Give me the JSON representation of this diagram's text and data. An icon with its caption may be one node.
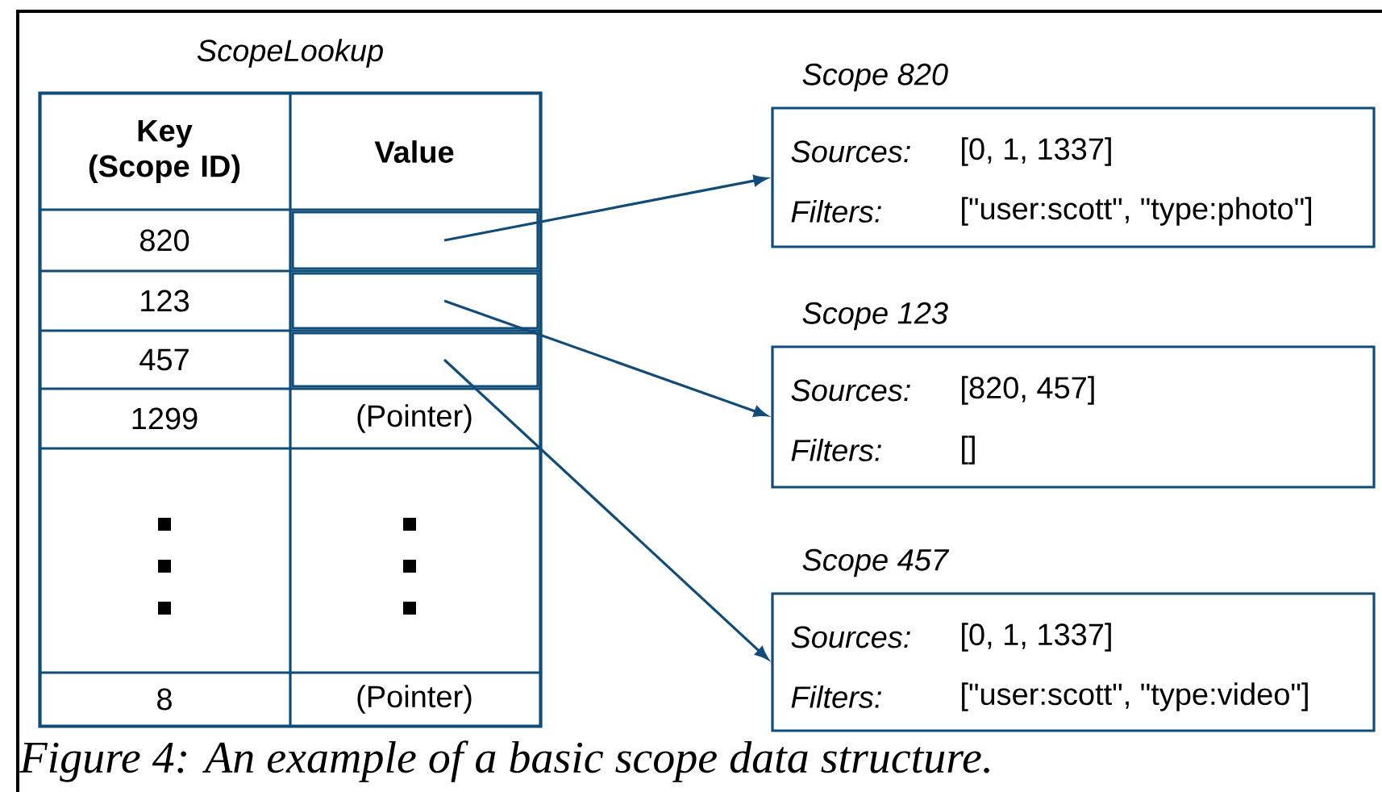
{
  "diagram": {
    "caption": "Figure 4: An example of a basic scope data structure.",
    "nodes": [
      {
        "text": [
          "ScopeLookup"
        ]
      },
      {
        "text": [],
        "shape": "box",
        "in": 0
      },
      {
        "text": [],
        "shape": "box",
        "in": 0
      },
      {
        "text": [],
        "shape": "box",
        "in": 0
      },
      {
        "text": [
          "Scope 820",
          "Sources:",
          "[0, 1, 1337]",
          "Filters:",
          "[\"user:scott\", \"type:photo\"]"
        ]
      },
      {
        "text": [
          "Scope 123",
          "Sources:",
          "[820, 457]",
          "Filters:",
          "[]"
        ]
      },
      {
        "text": [
          "Scope 457",
          "Sources:",
          "[0, 1, 1337]",
          "Filters:",
          "[\"user:scott\", \"type:video\"]"
        ]
      }
    ],
    "edges": [
      {
        "from": 1,
        "to": 4,
        "arrow": "to"
      },
      {
        "from": 2,
        "to": 5,
        "arrow": "to"
      },
      {
        "from": 3,
        "to": 6,
        "arrow": "to"
      }
    ],
    "labels": [
      "Key (Scope ID)",
      "Value",
      "820",
      "123",
      "457",
      "1299",
      "(Pointer)",
      "8",
      "(Pointer)"
    ]
  }
}
